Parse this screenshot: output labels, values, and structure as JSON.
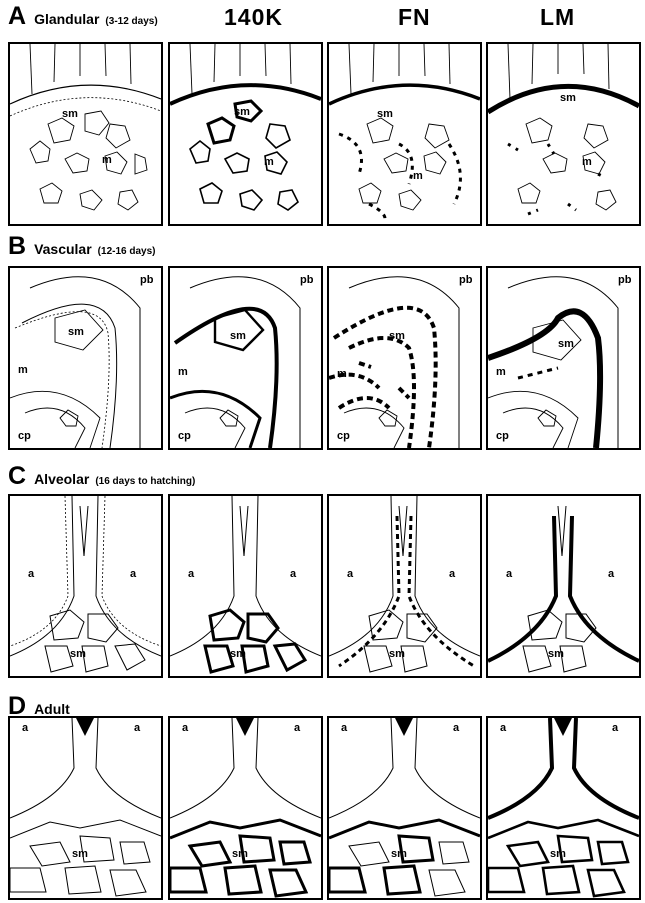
{
  "columns": [
    "140K",
    "FN",
    "LM"
  ],
  "rows": [
    {
      "letter": "A",
      "name": "Glandular",
      "range": "(3-12 days)"
    },
    {
      "letter": "B",
      "name": "Vascular",
      "range": "(12-16 days)"
    },
    {
      "letter": "C",
      "name": "Alveolar",
      "range": "(16 days to hatching)"
    },
    {
      "letter": "D",
      "name": "Adult",
      "range": ""
    }
  ],
  "labels": {
    "sm": "sm",
    "m": "m",
    "pb": "pb",
    "cp": "cp",
    "a": "a"
  },
  "colors": {
    "ink": "#000000",
    "paper": "#ffffff"
  }
}
